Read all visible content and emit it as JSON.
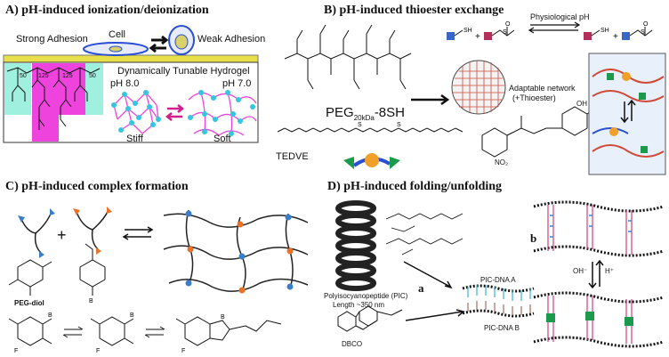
{
  "panels": {
    "a": {
      "title": "A)  pH-induced ionization/deionization",
      "strong_adhesion": "Strong Adhesion",
      "cell": "Cell",
      "weak_adhesion": "Weak Adhesion",
      "hydrogel_title": "Dynamically Tunable Hydrogel",
      "ph_high": "pH 8.0",
      "ph_low": "pH 7.0",
      "stiff": "Stiff",
      "soft": "Soft",
      "sub_50_left": "50",
      "sub_125_left": "125",
      "sub_125_right": "125",
      "sub_50_right": "50"
    },
    "b": {
      "title": "B)  pH-induced thioester exchange",
      "physiological_ph": "Physiological pH",
      "peg_name": "PEG",
      "peg_sub": "20kDa",
      "peg_suffix": "-8SH",
      "adaptable_network": "Adaptable network",
      "thioester_note": "(+Thioester)",
      "tedve": "TEDVE",
      "no2": "NO₂",
      "oh": "OH"
    },
    "c": {
      "title": "C)  pH-induced complex formation",
      "peg_diol": "PEG-diol",
      "plus": "+"
    },
    "d": {
      "title": "D)  pH-induced folding/unfolding",
      "pic_label_1": "Polyisocyanopeptide (PIC)",
      "pic_label_2": "Length ~350 nm",
      "dbco": "DBCO",
      "pic_dna_a": "PIC-DNA A",
      "pic_dna_b": "PIC-DNA B",
      "a_marker": "a",
      "b_marker": "b",
      "oh_minus": "OH⁻",
      "h_plus": "H⁺"
    }
  },
  "colors": {
    "hydrogel_cyan": "#9ff0df",
    "hydrogel_magenta": "#ee44dd",
    "cell_blue": "#2a4fd0",
    "substrate_yellow": "#e8e04a",
    "network_red": "#d04a3a",
    "thiol_blue": "#3a66c8",
    "thioester_crimson": "#b0305a",
    "bond_teal": "#2aa6a0",
    "dna_pink": "#d04080",
    "dna_green": "#1a9a4a"
  }
}
